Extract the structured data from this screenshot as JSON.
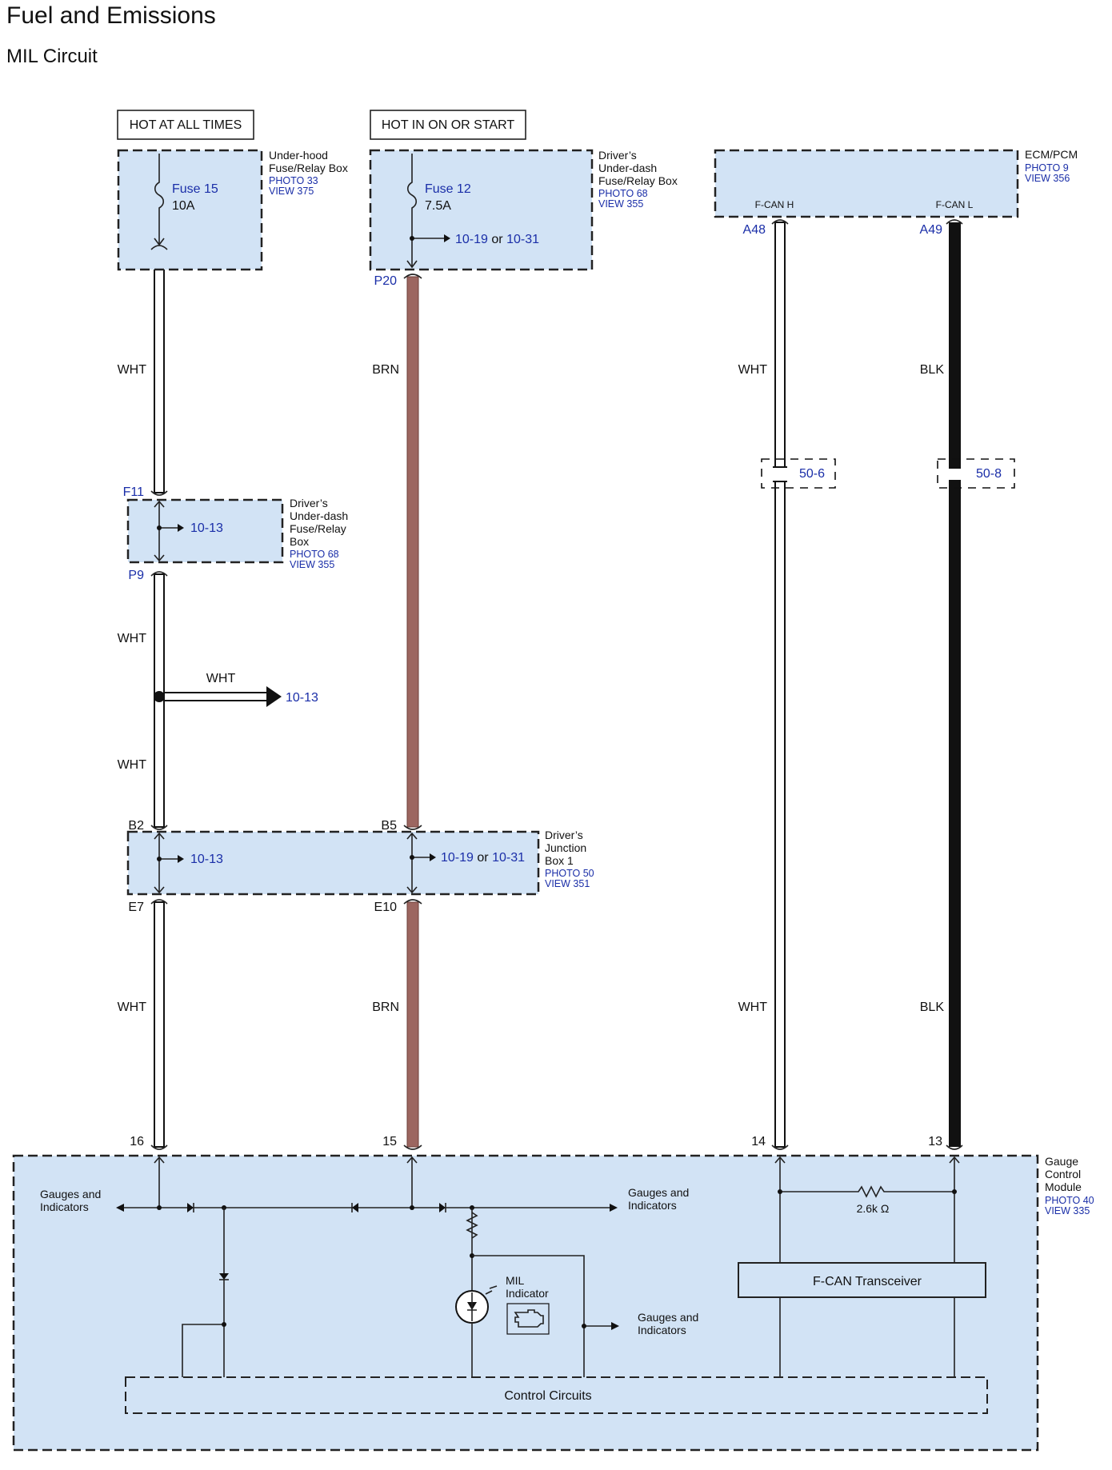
{
  "header": {
    "title": "Fuel and Emissions",
    "subtitle": "MIL Circuit"
  },
  "power": {
    "hot_always": "HOT AT ALL TIMES",
    "hot_on": "HOT IN ON OR START"
  },
  "underhood": {
    "name": "Under-hood\nFuse/Relay Box",
    "photo": "PHOTO 33",
    "view": "VIEW 375",
    "fuse": "Fuse 15",
    "amps": "10A"
  },
  "underdash_top": {
    "name": "Driver’s\nUnder-dash\nFuse/Relay Box",
    "photo": "PHOTO 68",
    "view": "VIEW 355",
    "fuse": "Fuse 12",
    "amps": "7.5A",
    "ref_a": "10-19",
    "or": "or",
    "ref_b": "10-31"
  },
  "ecm": {
    "name": "ECM/PCM",
    "photo": "PHOTO 9",
    "view": "VIEW 356",
    "pin_h": "F-CAN H",
    "pin_l": "F-CAN L"
  },
  "underdash_mid": {
    "name": "Driver’s\nUnder-dash\nFuse/Relay\nBox",
    "photo": "PHOTO 68",
    "view": "VIEW 355",
    "ref": "10-13"
  },
  "junction": {
    "name": "Driver’s\nJunction\nBox 1",
    "photo": "PHOTO 50",
    "view": "VIEW 351",
    "ref_left": "10-13",
    "ref_a": "10-19",
    "or": "or",
    "ref_b": "10-31"
  },
  "splice": {
    "wire": "WHT",
    "ref": "10-13"
  },
  "terminals": {
    "f11": "F11",
    "p9": "P9",
    "b2": "B2",
    "e7": "E7",
    "p20": "P20",
    "b5": "B5",
    "e10": "E10",
    "a48": "A48",
    "a49": "A49",
    "t16": "16",
    "t15": "15",
    "t14": "14",
    "t13": "13"
  },
  "wires": {
    "w1": "WHT",
    "w2": "WHT",
    "w3": "WHT",
    "w4": "WHT",
    "b1": "BRN",
    "b2": "BRN",
    "c1": "WHT",
    "c2": "WHT",
    "k1": "BLK",
    "k2": "BLK"
  },
  "connectors": {
    "c_h": "50-6",
    "c_l": "50-8"
  },
  "gauge": {
    "name": "Gauge\nControl\nModule",
    "photo": "PHOTO 40",
    "view": "VIEW 335",
    "out_left": "Gauges and\nIndicators",
    "out_right": "Gauges and\nIndicators",
    "out_bottom": "Gauges and\nIndicators",
    "mil": "MIL\nIndicator",
    "resistor": "2.6k Ω",
    "transceiver": "F-CAN Transceiver",
    "control": "Control Circuits"
  },
  "colors": {
    "box_fill": "#d2e3f5",
    "ref_blue": "#1a2ea8",
    "brown_wire": "#9c6660",
    "black_wire": "#111111",
    "white_wire": "#ffffff"
  }
}
